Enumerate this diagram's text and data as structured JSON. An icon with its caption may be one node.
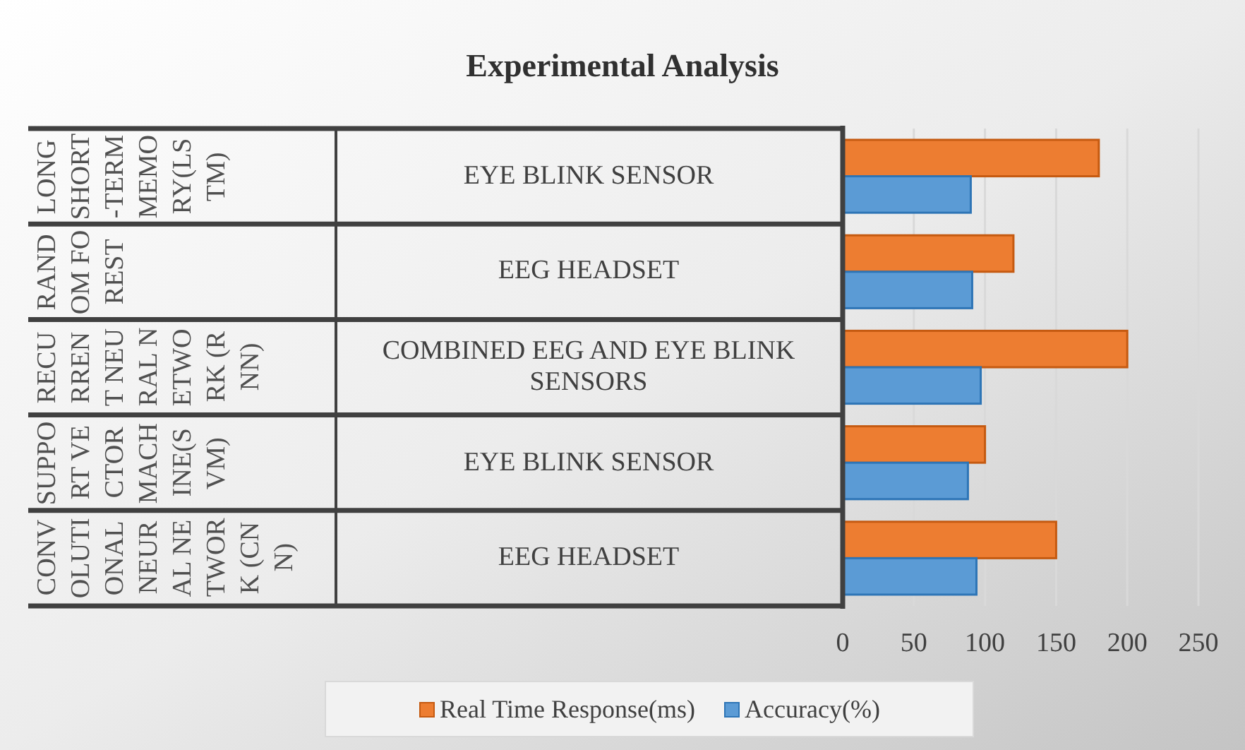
{
  "diagram": {
    "title": "Experimental Analysis",
    "labels": [
      "LONG SHORT-TERM MEMORY(LSTM)",
      "RANDOM FOREST",
      "RECURRENT NEURAL NETWORK (RNN)",
      "SUPPORT VECTOR MACHINE(SVM)",
      "CONVOLUTIONAL NEURAL NETWORK (CNN)"
    ],
    "chart_data": {
      "type": "bar",
      "orientation": "horizontal",
      "categories": [
        "EYE BLINK SENSOR",
        "EEG HEADSET",
        "COMBINED EEG AND EYE BLINK SENSORS",
        "EYE BLINK SENSOR",
        "EEG HEADSET"
      ],
      "series": [
        {
          "name": "Real Time Response(ms)",
          "color": "#ed7d31",
          "values": [
            180,
            120,
            200,
            100,
            150
          ]
        },
        {
          "name": "Accuracy(%)",
          "color": "#5b9bd5",
          "values": [
            90,
            91,
            97,
            88,
            94
          ]
        }
      ],
      "grid": true,
      "legend": "bottom",
      "xlim": [
        0,
        250
      ],
      "xticks": [
        0,
        50,
        100,
        150,
        200,
        250
      ]
    }
  }
}
